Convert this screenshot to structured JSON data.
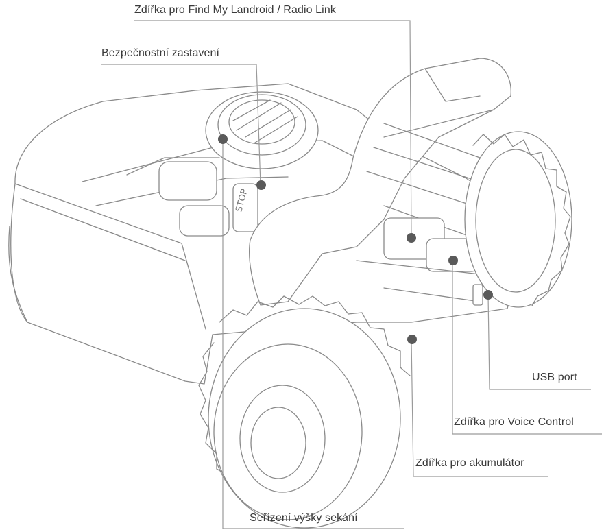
{
  "callouts": {
    "find_my_landroid": "Zdířka pro Find My Landroid / Radio Link",
    "safety_stop": "Bezpečnostní zastavení",
    "usb_port": "USB port",
    "voice_control": "Zdířka pro Voice Control",
    "battery": "Zdířka pro akumulátor",
    "cutting_height": "Seřízení výšky sekání"
  },
  "colors": {
    "outline": "#8a8a8a",
    "leader_line": "#9a9a9a",
    "marker": "#5a5a5a",
    "text": "#3a3a3a"
  },
  "icons": [
    "robotic-mower-illustration",
    "callout-marker-dot"
  ]
}
